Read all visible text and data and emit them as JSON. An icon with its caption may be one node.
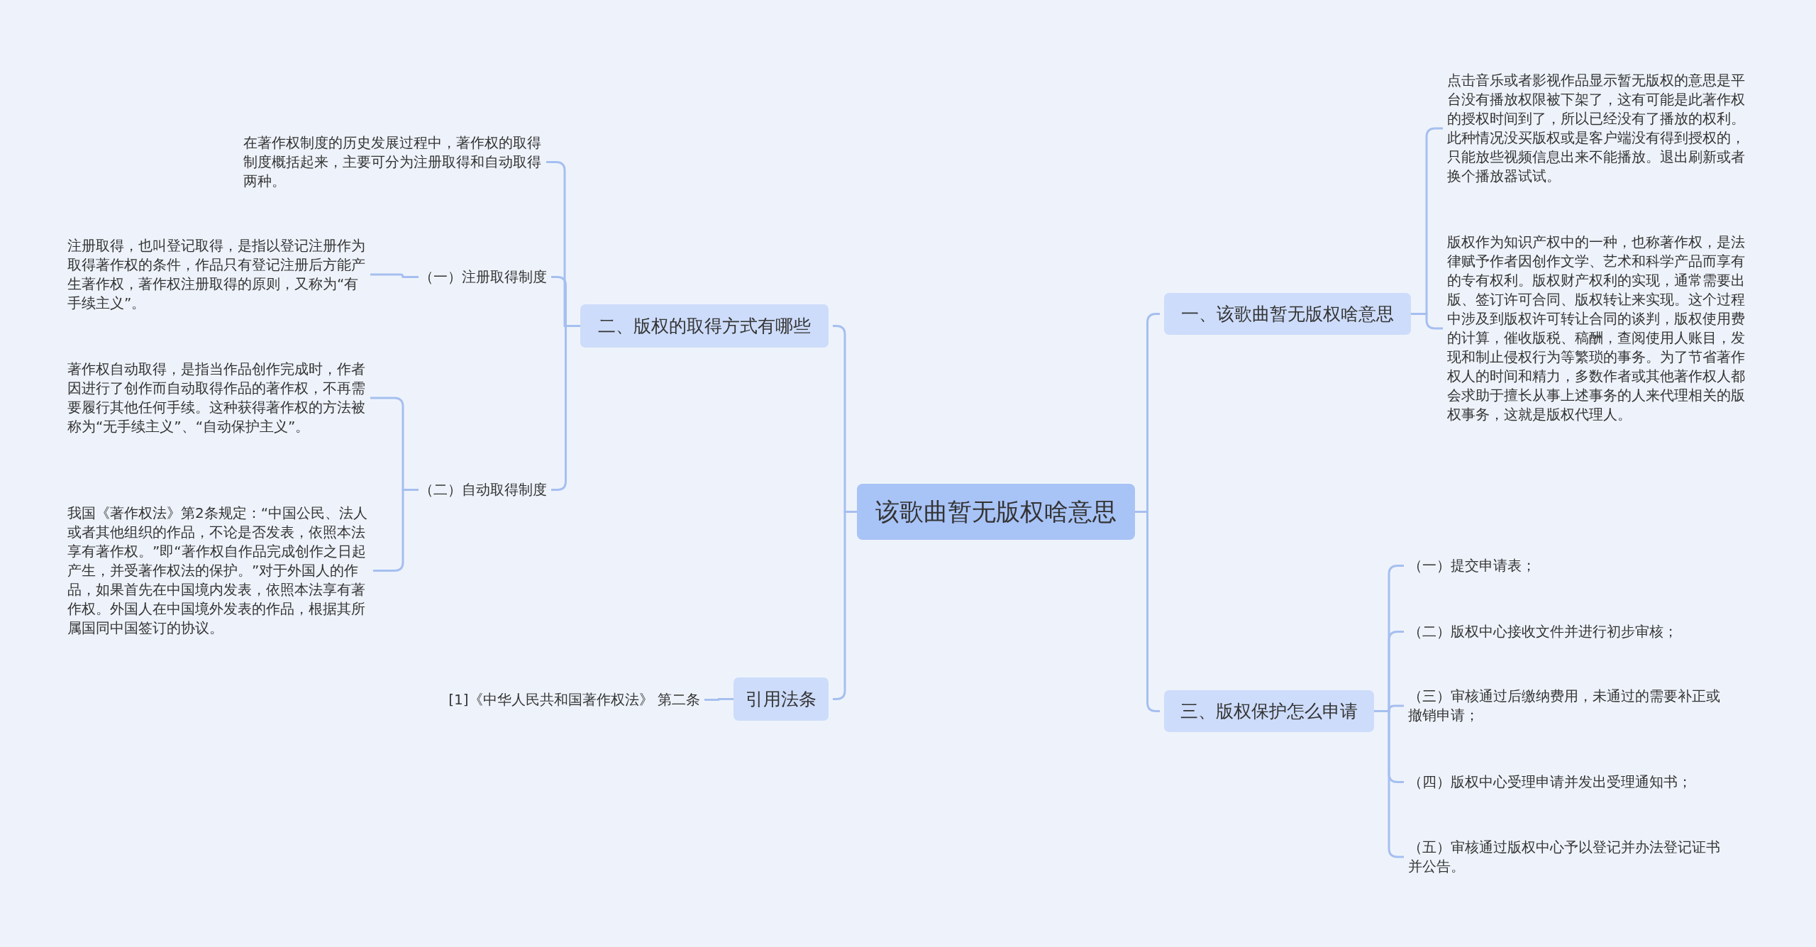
{
  "diagram": {
    "nodes": [
      {
        "text": [
          "该歌曲暂无版权啥意思"
        ]
      },
      {
        "text": [
          "一、该歌曲暂无版权啥意思"
        ]
      },
      {
        "text": [
          "点击音乐或者影视作品显示暂无版权的意思是平台没有播放权限被下架了，这有可能是此著作权的授权时间到了，所以已经没有了播放的权利。此种情况没买版权或是客户端没有得到授权的，只能放些视频信息出来不能播放。退出刷新或者换个播放器试试。"
        ]
      },
      {
        "text": [
          "版权作为知识产权中的一种，也称著作权，是法律赋予作者因创作文学、艺术和科学产品而享有的专有权利。版权财产权利的实现，通常需要出版、签订许可合同、版权转让来实现。这个过程中涉及到版权许可转让合同的谈判，版权使用费的计算，催收版税、稿酬，查阅使用人账目，发现和制止侵权行为等繁琐的事务。为了节省著作权人的时间和精力，多数作者或其他著作权人都会求助于擅长从事上述事务的人来代理相关的版权事务，这就是版权代理人。"
        ]
      },
      {
        "text": [
          "三、版权保护怎么申请"
        ]
      },
      {
        "text": [
          "（一）提交申请表；"
        ]
      },
      {
        "text": [
          "（二）版权中心接收文件并进行初步审核；"
        ]
      },
      {
        "text": [
          "（三）审核通过后缴纳费用，未通过的需要补正或撤销申请；"
        ]
      },
      {
        "text": [
          "（四）版权中心受理申请并发出受理通知书；"
        ]
      },
      {
        "text": [
          "（五）审核通过版权中心予以登记并办法登记证书并公告。"
        ]
      },
      {
        "text": [
          "二、版权的取得方式有哪些"
        ]
      },
      {
        "text": [
          "在著作权制度的历史发展过程中，著作权的取得制度概括起来，主要可分为注册取得和自动取得两种。"
        ]
      },
      {
        "text": [
          "（一）注册取得制度"
        ]
      },
      {
        "text": [
          "注册取得，也叫登记取得，是指以登记注册作为取得著作权的条件，作品只有登记注册后方能产生著作权，著作权注册取得的原则，又称为“有手续主义”。"
        ]
      },
      {
        "text": [
          "（二）自动取得制度"
        ]
      },
      {
        "text": [
          "著作权自动取得，是指当作品创作完成时，作者因进行了创作而自动取得作品的著作权，不再需要履行其他任何手续。这种获得著作权的方法被称为“无手续主义”、“自动保护主义”。"
        ]
      },
      {
        "text": [
          "我国《著作权法》第2条规定：“中国公民、法人或者其他组织的作品，不论是否发表，依照本法享有著作权。”即“著作权自作品完成创作之日起产生，并受著作权法的保护。”对于外国人的作品，如果首先在中国境内发表，依照本法享有著作权。外国人在中国境外发表的作品，根据其所属国同中国签订的协议。"
        ]
      },
      {
        "text": [
          "引用法条"
        ]
      },
      {
        "text": [
          "[1]《中华人民共和国著作权法》 第二条"
        ]
      }
    ],
    "edges": [
      {
        "from": 0,
        "to": 1,
        "arrow": "none"
      },
      {
        "from": 1,
        "to": 2,
        "arrow": "none"
      },
      {
        "from": 1,
        "to": 3,
        "arrow": "none"
      },
      {
        "from": 0,
        "to": 4,
        "arrow": "none"
      },
      {
        "from": 4,
        "to": 5,
        "arrow": "none"
      },
      {
        "from": 4,
        "to": 6,
        "arrow": "none"
      },
      {
        "from": 4,
        "to": 7,
        "arrow": "none"
      },
      {
        "from": 4,
        "to": 8,
        "arrow": "none"
      },
      {
        "from": 4,
        "to": 9,
        "arrow": "none"
      },
      {
        "from": 0,
        "to": 10,
        "arrow": "none"
      },
      {
        "from": 10,
        "to": 11,
        "arrow": "none"
      },
      {
        "from": 10,
        "to": 12,
        "arrow": "none"
      },
      {
        "from": 12,
        "to": 13,
        "arrow": "none"
      },
      {
        "from": 10,
        "to": 14,
        "arrow": "none"
      },
      {
        "from": 14,
        "to": 15,
        "arrow": "none"
      },
      {
        "from": 14,
        "to": 16,
        "arrow": "none"
      },
      {
        "from": 0,
        "to": 17,
        "arrow": "none"
      },
      {
        "from": 17,
        "to": 18,
        "arrow": "none"
      }
    ]
  }
}
